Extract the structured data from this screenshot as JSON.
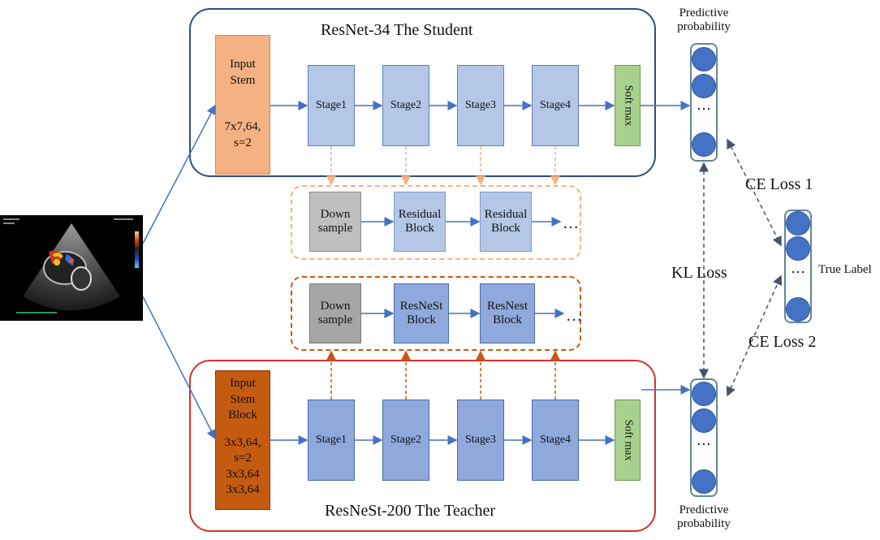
{
  "student": {
    "title": "ResNet-34 The Student",
    "input_stem": {
      "line1": "Input",
      "line2": "Stem",
      "spec1": "7x7,64,",
      "spec2": "s=2"
    },
    "stages": [
      "Stage1",
      "Stage2",
      "Stage3",
      "Stage4"
    ],
    "softmax": "Soft max",
    "blocks": [
      {
        "line1": "Down",
        "line2": "sample"
      },
      {
        "line1": "Residual",
        "line2": "Block"
      },
      {
        "line1": "Residual",
        "line2": "Block"
      }
    ],
    "ellipsis": "…"
  },
  "teacher": {
    "title": "ResNeSt-200 The Teacher",
    "input_stem": {
      "line1": "Input",
      "line2": "Stem",
      "line3": "Block",
      "spec1": "3x3,64,",
      "spec2": "s=2",
      "spec3": "3x3,64",
      "spec4": "3x3,64"
    },
    "stages": [
      "Stage1",
      "Stage2",
      "Stage3",
      "Stage4"
    ],
    "softmax": "Soft max",
    "blocks": [
      {
        "line1": "Down",
        "line2": "sample"
      },
      {
        "line1": "ResNeSt",
        "line2": "Block"
      },
      {
        "line1": "ResNest",
        "line2": "Block"
      }
    ],
    "ellipsis": "…"
  },
  "outputs": {
    "top_label_1": "Predictive",
    "top_label_2": "probability",
    "bottom_label_1": "Predictive",
    "bottom_label_2": "probability",
    "true_label": "True Label",
    "vector_dots": "⋯"
  },
  "losses": {
    "ce1": "CE Loss 1",
    "ce2": "CE Loss 2",
    "kl": "KL Loss"
  },
  "colors": {
    "student_border": "#2f4e7a",
    "teacher_border": "#d62f2f",
    "arrow": "#4472c4",
    "student_dash": "#f4b183",
    "teacher_dash": "#c55a11"
  }
}
